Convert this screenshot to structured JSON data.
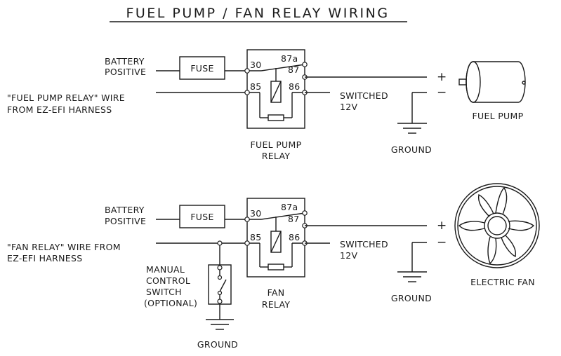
{
  "title": "FUEL PUMP / FAN RELAY WIRING",
  "top_circuit": {
    "battery_line1": "BATTERY",
    "battery_line2": "POSITIVE",
    "fuse": "FUSE",
    "signal_line1": "\"FUEL PUMP RELAY\" WIRE",
    "signal_line2": "FROM EZ-EFI HARNESS",
    "pin_30": "30",
    "pin_87a": "87a",
    "pin_87": "87",
    "pin_85": "85",
    "pin_86": "86",
    "relay_line1": "FUEL PUMP",
    "relay_line2": "RELAY",
    "switched_line1": "SWITCHED",
    "switched_line2": "12V",
    "ground": "GROUND",
    "plus": "+",
    "minus": "−",
    "load": "FUEL PUMP"
  },
  "bottom_circuit": {
    "battery_line1": "BATTERY",
    "battery_line2": "POSITIVE",
    "fuse": "FUSE",
    "signal_line1": "\"FAN RELAY\" WIRE FROM",
    "signal_line2": "EZ-EFI HARNESS",
    "pin_30": "30",
    "pin_87a": "87a",
    "pin_87": "87",
    "pin_85": "85",
    "pin_86": "86",
    "relay_line1": "FAN",
    "relay_line2": "RELAY",
    "switched_line1": "SWITCHED",
    "switched_line2": "12V",
    "ground": "GROUND",
    "plus": "+",
    "minus": "−",
    "load": "ELECTRIC FAN",
    "switch_line1": "MANUAL",
    "switch_line2": "CONTROL",
    "switch_line3": "SWITCH",
    "switch_line4": "(OPTIONAL)",
    "switch_ground": "GROUND"
  }
}
